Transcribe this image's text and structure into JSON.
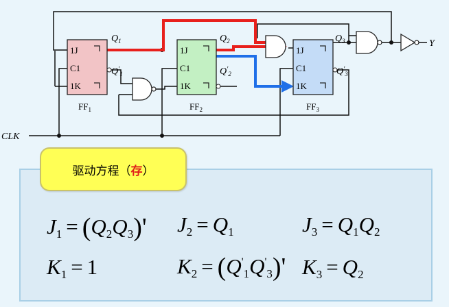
{
  "circuit": {
    "ff_labels": {
      "j": "1J",
      "c": "C1",
      "k": "1K"
    },
    "ff1_name": "FF",
    "ff1_sub": "1",
    "ff2_name": "FF",
    "ff2_sub": "2",
    "ff3_name": "FF",
    "ff3_sub": "3",
    "q_letter": "Q",
    "prime": "′",
    "q1_sub": "1",
    "q2_sub": "2",
    "q3_sub": "3",
    "clk_label": "CLK",
    "y_label": "Y",
    "colors": {
      "ff1": "#f2c4c6",
      "ff2": "#c3f0c3",
      "ff3": "#c4dcf7",
      "red_wire": "#e8201c",
      "blue_wire": "#1f6fe8"
    }
  },
  "label": {
    "prefix": "驱动方程（",
    "highlight": "存",
    "suffix": "）"
  },
  "equations": {
    "j1": {
      "lhs": "J",
      "sub": "1",
      "op": "=",
      "rhs_open": "(",
      "a": "Q",
      "a_sub": "2",
      "b": "Q",
      "b_sub": "3",
      "rhs_close": ")'"
    },
    "j2": {
      "lhs": "J",
      "sub": "2",
      "op": "=",
      "a": "Q",
      "a_sub": "1"
    },
    "j3": {
      "lhs": "J",
      "sub": "3",
      "op": "=",
      "a": "Q",
      "a_sub": "1",
      "b": "Q",
      "b_sub": "2"
    },
    "k1": {
      "lhs": "K",
      "sub": "1",
      "op": "=",
      "val": "1"
    },
    "k2": {
      "lhs": "K",
      "sub": "2",
      "op": "=",
      "rhs_open": "(",
      "a": "Q",
      "a_sub": "1",
      "b": "Q",
      "b_sub": "3",
      "prime": "'",
      "rhs_close": ")'"
    },
    "k3": {
      "lhs": "K",
      "sub": "3",
      "op": "=",
      "a": "Q",
      "a_sub": "2"
    }
  }
}
